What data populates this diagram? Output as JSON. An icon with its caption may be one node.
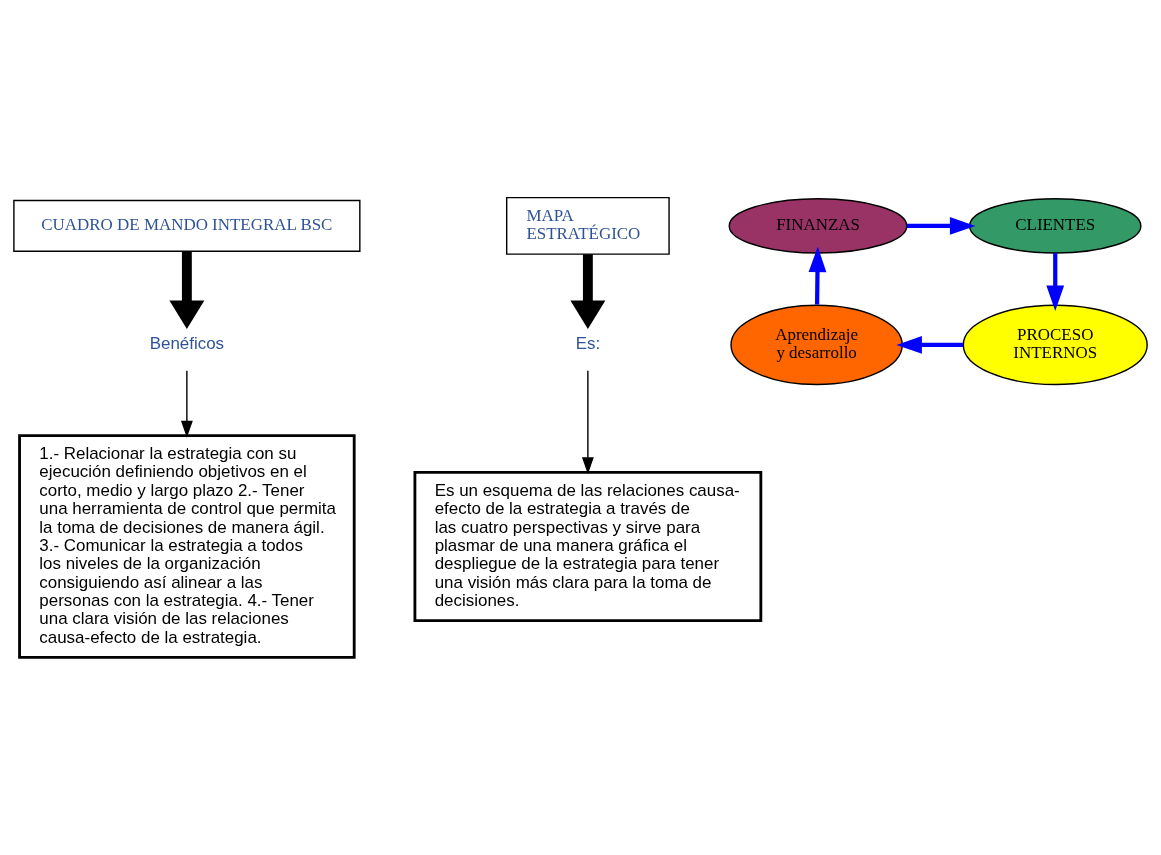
{
  "diagram": {
    "nodes": [
      {
        "text": [
          "CUADRO DE MANDO INTEGRAL BSC"
        ]
      },
      {
        "text": [
          "Benéficos"
        ]
      },
      {
        "text": [
          "1.- Relacionar la estrategia con su ejecución definiendo objetivos en el corto, medio y largo plazo 2.- Tener una herramienta de control que permita la toma de decisiones de manera ágil. 3.- Comunicar la estrategia a todos los niveles de la organización consiguiendo así alinear a las personas con la estrategia. 4.- Tener una clara visión de las relaciones causa-efecto de la estrategia."
        ]
      },
      {
        "text": [
          "MAPA ESTRATÉGICO"
        ]
      },
      {
        "text": [
          "Es:"
        ]
      },
      {
        "text": [
          "Es un esquema de las relaciones causa-efecto de la estrategia a través de las cuatro perspectivas y sirve para plasmar de una manera gráfica el despliegue de la estrategia para tener una visión más clara para la toma de decisiones."
        ]
      },
      {
        "text": [
          "FINANZAS"
        ]
      },
      {
        "text": [
          "CLIENTES"
        ]
      },
      {
        "text": [
          "PROCESO INTERNOS"
        ]
      },
      {
        "text": [
          "Aprendizaje y desarrollo"
        ]
      }
    ],
    "edges": [
      {
        "from": 0,
        "to": 1,
        "arrow": "to",
        "style": "thick"
      },
      {
        "from": 1,
        "to": 2,
        "arrow": "to"
      },
      {
        "from": 3,
        "to": 4,
        "arrow": "to",
        "style": "thick"
      },
      {
        "from": 4,
        "to": 5,
        "arrow": "to"
      },
      {
        "from": 6,
        "to": 7,
        "arrow": "to",
        "color": "#0000ff"
      },
      {
        "from": 7,
        "to": 8,
        "arrow": "to",
        "color": "#0000ff"
      },
      {
        "from": 8,
        "to": 9,
        "arrow": "to",
        "color": "#0000ff"
      },
      {
        "from": 9,
        "to": 6,
        "arrow": "to",
        "color": "#0000ff"
      }
    ]
  }
}
